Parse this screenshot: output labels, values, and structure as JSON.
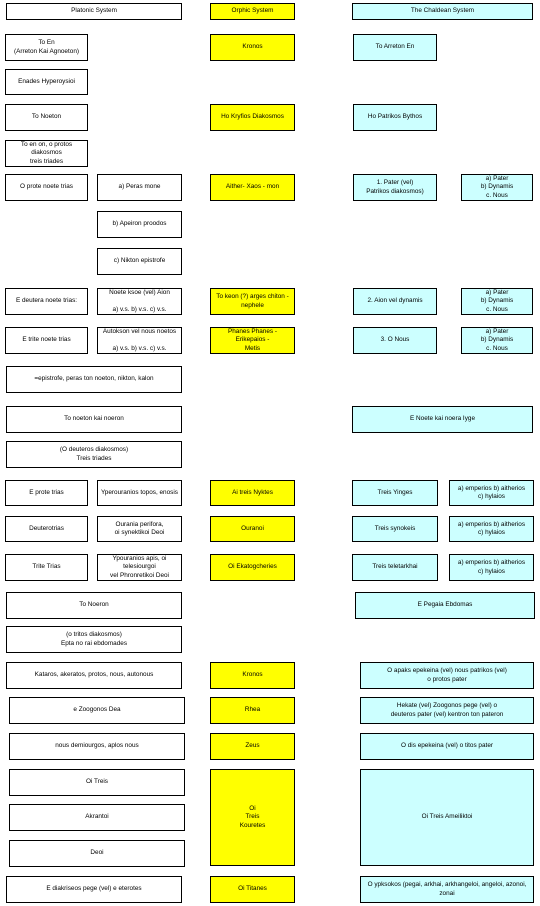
{
  "headers": {
    "platonic": "Platonic System",
    "orphic": "Orphic System",
    "chaldean": "The Chaldean System"
  },
  "platonic": {
    "to_en": "To En\n(Arreton Kai Agnoeton)",
    "enades": "Enades Hyperoysioi",
    "to_noeton": "To Noeton",
    "to_en_on": "To en on, o protos diakosmos\ntreis triades",
    "prote_noete_trias": "O prote noete trias",
    "peras_mone": "a) Peras mone",
    "apeiron": "b) Apeiron proodos",
    "nikton": "c) Nikton epistrofe",
    "deutera_noete_trias": "E deutera noete trias:",
    "noete_ksoe": "Noete ksoe (vel) Aion\n\na) v.s. b) v.s. c) v.s.",
    "trite_noete_trias": "E trite noete trias",
    "autokson": "Autokson vel nous noetos\n\na) v.s. b) v.s. c) v.s.",
    "epistrofe_line": "=epistrofe, peras ton noeton, nikton, kalon",
    "to_noeton_kai_noeron": "To noeton kai noeron",
    "deuteros_diakosmos": "(O deuteros diakosmos)\nTreis triades",
    "e_prote_trias": "E prote trias",
    "yperouranios": "Yperouranios topos, enosis",
    "deuterotrias": "Deuterotrias",
    "ourania_perifora": "Ourania perifora,\noi synektikoi Deoi",
    "trite_trias": "Trite Trias",
    "ypouranios": "Ypouranios apis, oi telesiourgoi\nvel Phronretikoi Deoi",
    "to_noeron": "To Noeron",
    "tritos_diakosmos": "(o tritos diakosmos)\nEpta no rai ebdomades",
    "kataros": "Kataros, akeratos, protos, nous, autonous",
    "e_zoogonos": "e Zoogonos Dea",
    "nous_demiourgos": "nous demiourgos, aplos nous",
    "oi_treis": "Oi Treis",
    "akrantoi": "Akrantoi",
    "deoi": "Deoi",
    "e_diakriseos": "E diakriseos pege (vel) e eterotes"
  },
  "orphic": {
    "kronos_1": "Kronos",
    "ho_kryfios": "Ho Kryfios Diakosmos",
    "aither_xaos": "Aither- Xaos - mon",
    "to_keon": "To keon (?) arges chiton -\nnephele",
    "phanes": "Phanes Phanes - Erikepaios -\nMetis",
    "ai_treis_nyktes": "Ai treis Nyktes",
    "ouranoi": "Ouranoi",
    "oi_ekatogcheries": "Oi Ekatogcheries",
    "kronos_2": "Kronos",
    "rhea": "Rhea",
    "zeus": "Zeus",
    "oi_treis_kouretes": "Oi\nTreis\nKouretes",
    "oi_titanes": "Oi Titanes"
  },
  "chaldean": {
    "to_arreton_en": "To Arreton En",
    "ho_patrikos_bythos": "Ho Patrikos Bythos",
    "pater_patrikos": "1. Pater (vel)\nPatrikos diakosmos)",
    "pater_dynamis_nous_1": "a) Pater\nb) Dynamis\nc. Nous",
    "aion_vel_dynamis": "2. Aion vel dynamis",
    "pater_dynamis_nous_2": "a) Pater\nb) Dynamis\nc. Nous",
    "o_nous": "3. O Nous",
    "pater_dynamis_nous_3": "a) Pater\nb) Dynamis\nc. Nous",
    "e_noete_kai_noera": "E Noete kai noera Iyge",
    "treis_yinges": "Treis Yinges",
    "emperios_1": "a) emperios b) aitherios\nc) hylaios",
    "treis_synokeis": "Treis synokeis",
    "emperios_2": "a) emperios b) aitherios\nc) hylaios",
    "treis_teletarkhai": "Treis teletarkhai",
    "emperios_3": "a) emperios b) aitherios\nc) hylaios",
    "e_pegaia_ebdomas": "E Pegaia Ebdomas",
    "o_apaks_epekeina": "O apaks epekeina (vel) nous patrikos (vel)\no protos pater",
    "hekate": "Hekate (vel) Zoogonos pege (vel) o\ndeuteros pater (vel) kentron ton pateron",
    "o_dis_epekeina": "O dis epekeina (vel) o titos pater",
    "oi_treis_ameilikto": "Oi Treis Ameiliktoi",
    "o_ypksokos": "O ypksokos (pegai, arkhai, arkhangeloi, angeloi, azonoi, zonai"
  },
  "colors": {
    "orphic_fill": "#ffff00",
    "chaldean_fill": "#ccffff",
    "platonic_fill": "#ffffff"
  }
}
